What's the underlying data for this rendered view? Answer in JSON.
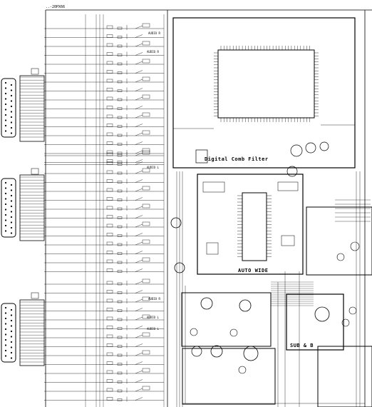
{
  "header": {
    "ref": "..-20PX66"
  },
  "blocks": {
    "comb_filter": {
      "title": "Digital Comb Filter"
    },
    "auto_wide": {
      "title": "AUTO WIDE"
    },
    "sub_b": {
      "title": "SUB & B"
    }
  },
  "signals": {
    "audio_r_1": "AUDIO R",
    "audio_r_2": "AUDIO R",
    "audio_l_1": "AUDIO L",
    "audio_r_3": "AUDIO R",
    "audio_l_2": "AUDIO L",
    "audio_l_3": "AUDIO L"
  },
  "palette": {
    "ink": "#000000",
    "paper": "#ffffff"
  }
}
